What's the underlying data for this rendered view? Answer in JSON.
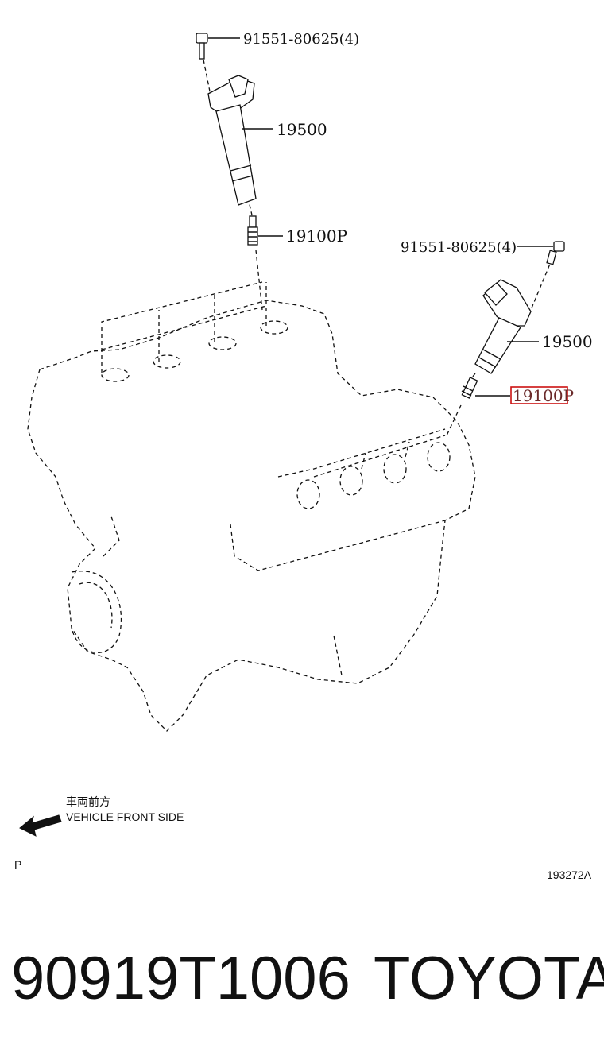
{
  "callouts": {
    "bolt_top": "91551-80625(4)",
    "coil_top": "19500",
    "plug_top": "19100P",
    "bolt_right": "91551-80625(4)",
    "coil_right": "19500",
    "plug_right": "19100P"
  },
  "direction": {
    "japanese": "車両前方",
    "english": "VEHICLE FRONT SIDE"
  },
  "corner_letter": "P",
  "figure_number": "193272A",
  "part_number": "90919T1006",
  "brand": "TOYOTA",
  "colors": {
    "highlight": "#cc1111",
    "line": "#111111"
  }
}
